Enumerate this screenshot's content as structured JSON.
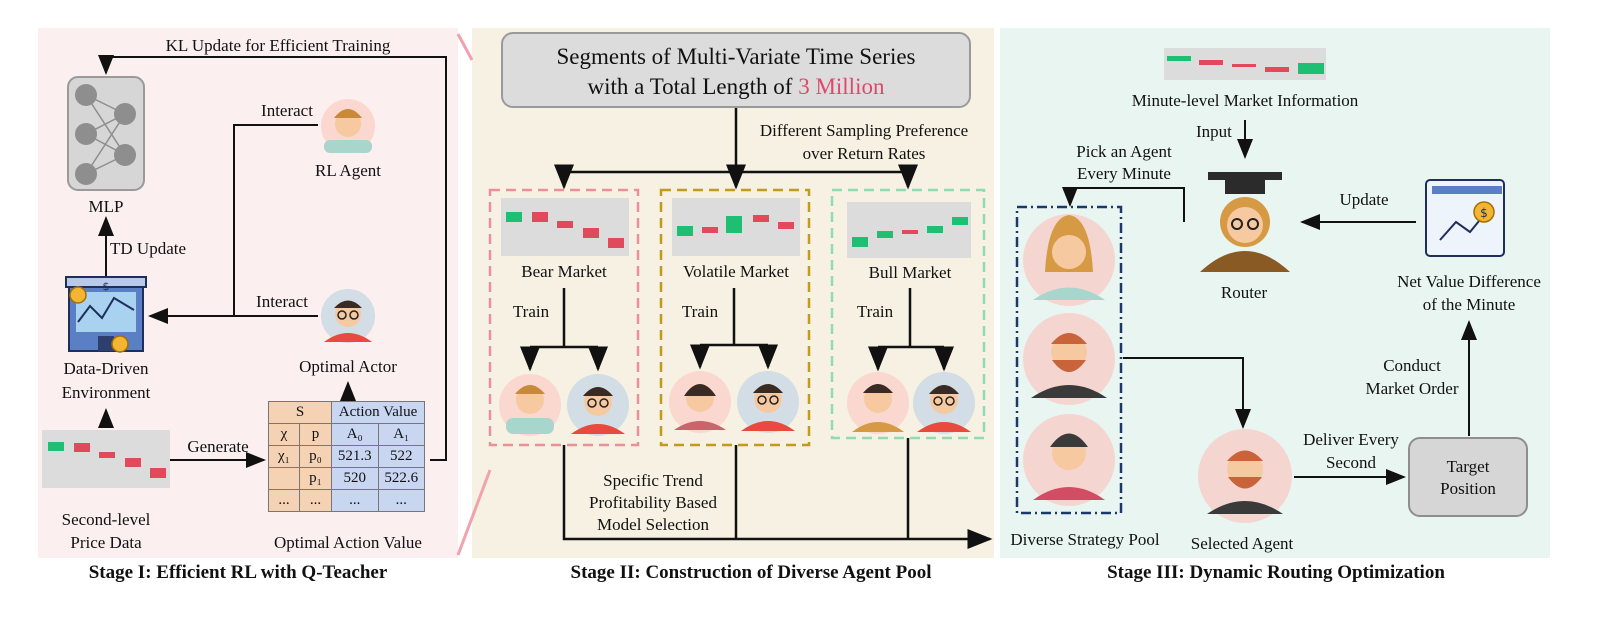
{
  "stage1": {
    "title": "Stage I: Efficient RL with Q-Teacher",
    "kl_update": "KL Update for Efficient Training",
    "mlp": "MLP",
    "interact_top": "Interact",
    "rl_agent": "RL Agent",
    "td_update": "TD Update",
    "interact_bottom": "Interact",
    "optimal_actor": "Optimal Actor",
    "env_line1": "Data-Driven",
    "env_line2": "Environment",
    "generate": "Generate",
    "price_line1": "Second-level",
    "price_line2": "Price Data",
    "optimal_action_value": "Optimal Action Value",
    "table": {
      "h_s": "S",
      "h_action": "Action Value",
      "r1": [
        "χ",
        "p",
        "A₀",
        "A₁"
      ],
      "r2": [
        "χ₁",
        "p₀",
        "521.3",
        "522"
      ],
      "r3": [
        "",
        "p₁",
        "520",
        "522.6"
      ],
      "r4": [
        "...",
        "...",
        "...",
        "..."
      ]
    }
  },
  "stage2": {
    "title": "Stage II: Construction of Diverse Agent Pool",
    "seg_line1": "Segments of  Multi-Variate Time Series",
    "seg_line2_prefix": "with a Total Length of ",
    "seg_highlight": "3 Million",
    "sampling_line1": "Different Sampling Preference",
    "sampling_line2": "over Return Rates",
    "bear": "Bear Market",
    "volatile": "Volatile Market",
    "bull": "Bull Market",
    "train": "Train",
    "trend_line1": "Specific Trend",
    "trend_line2": "Profitability Based",
    "trend_line3": "Model Selection"
  },
  "stage3": {
    "title": "Stage III: Dynamic Routing Optimization",
    "minute_info": "Minute-level Market Information",
    "input": "Input",
    "pick_line1": "Pick an Agent",
    "pick_line2": "Every Minute",
    "update": "Update",
    "router": "Router",
    "net_line1": "Net Value Difference",
    "net_line2": "of the Minute",
    "conduct_line1": "Conduct",
    "conduct_line2": "Market Order",
    "deliver_line1": "Deliver Every",
    "deliver_line2": "Second",
    "target_line1": "Target",
    "target_line2": "Position",
    "pool": "Diverse Strategy Pool",
    "selected": "Selected Agent"
  },
  "colors": {
    "panel1": "#fbeff0",
    "panel2": "#f6f1e2",
    "panel3": "#e9f5f1",
    "highlight": "#e0476a",
    "candle_up": "#1fbf73",
    "candle_down": "#e04a5a",
    "bear_border": "#e9919a",
    "volatile_border": "#c29a1c",
    "bull_border": "#8fdcb4",
    "pool_border": "#1b3a6b"
  }
}
